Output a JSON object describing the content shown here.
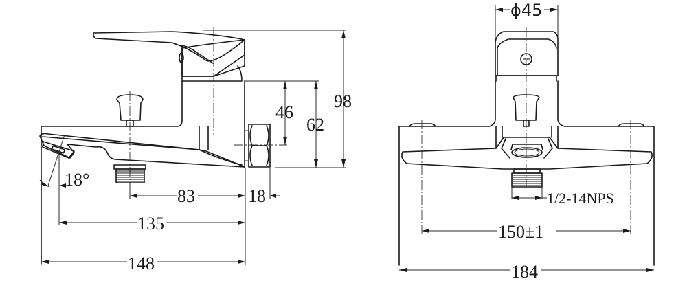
{
  "drawing": {
    "type": "technical-dimension-drawing",
    "subject": "wall-mounted single-lever bath/shower mixer",
    "units": "mm",
    "side_view": {
      "dimensions": {
        "total_height": "98",
        "body_height": "62",
        "handle_offset_height": "46",
        "spout_angle": "18°",
        "outlet_to_wall": "83",
        "nut_depth": "18",
        "spout_tip_to_wall": "135",
        "total_projection": "148"
      }
    },
    "front_view": {
      "dimensions": {
        "handle_diameter": "ϕ45",
        "inlet_thread": "1/2-14NPS",
        "inlet_centers": "150±1",
        "total_width": "184"
      }
    }
  }
}
